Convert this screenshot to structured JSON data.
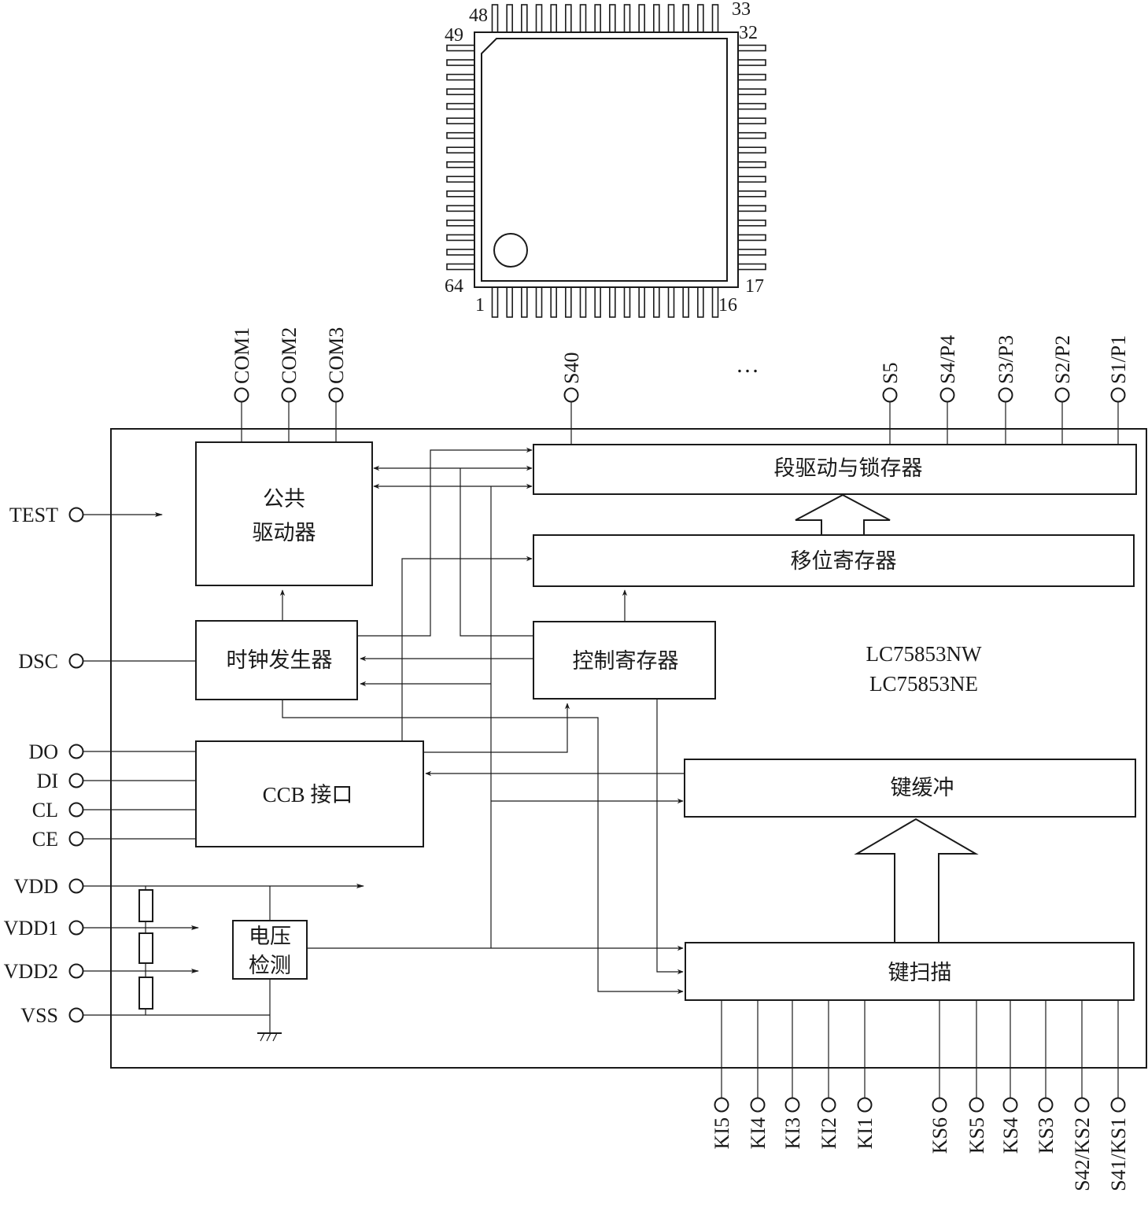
{
  "package": {
    "pin_numbers": {
      "p48": "48",
      "p33": "33",
      "p49": "49",
      "p32": "32",
      "p64": "64",
      "p17": "17",
      "p1": "1",
      "p16": "16"
    }
  },
  "chip_names": [
    "LC75853NW",
    "LC75853NE"
  ],
  "blocks": {
    "common_driver": [
      "公共",
      "驱动器"
    ],
    "segment_driver": "段驱动与锁存器",
    "shift_register": "移位寄存器",
    "clock_generator": "时钟发生器",
    "control_register": "控制寄存器",
    "ccb_interface": "CCB 接口",
    "key_buffer": "键缓冲",
    "key_scan": "键扫描",
    "voltage_detect": [
      "电压",
      "检测"
    ]
  },
  "pins": {
    "left": [
      "TEST",
      "DSC",
      "DO",
      "DI",
      "CL",
      "CE",
      "VDD",
      "VDD1",
      "VDD2",
      "VSS"
    ],
    "top_common": [
      "COM1",
      "COM2",
      "COM3"
    ],
    "top_segment": [
      "S40",
      "S5",
      "S4/P4",
      "S3/P3",
      "S2/P2",
      "S1/P1"
    ],
    "ellipsis": "…",
    "bottom_key_in": [
      "KI5",
      "KI4",
      "KI3",
      "KI2",
      "KI1"
    ],
    "bottom_key_scan": [
      "KS6",
      "KS5",
      "KS4",
      "KS3",
      "S42/KS2",
      "S41/KS1"
    ]
  }
}
